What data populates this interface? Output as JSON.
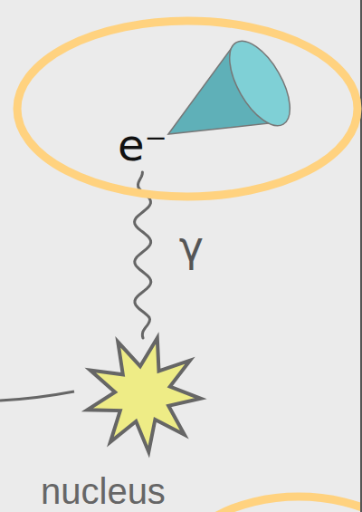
{
  "diagram": {
    "nodes": [
      {
        "text": [
          "e⁻"
        ]
      },
      {
        "text": [
          "nucleus"
        ]
      }
    ],
    "edges": [
      {
        "from": 1,
        "to": 0,
        "arrow": "none",
        "label": "γ"
      }
    ]
  }
}
